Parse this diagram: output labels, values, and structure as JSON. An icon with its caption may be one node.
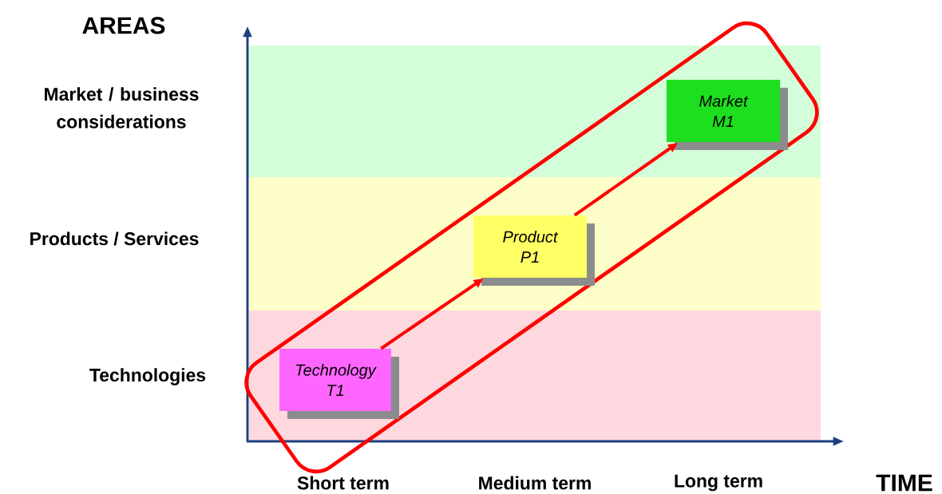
{
  "diagram": {
    "nodes": [
      {
        "text": [
          "Technology T1"
        ]
      },
      {
        "text": [
          "Product P1"
        ]
      },
      {
        "text": [
          "Market M1"
        ]
      }
    ],
    "edges": [
      {
        "from": 0,
        "to": 1,
        "arrow": "to"
      },
      {
        "from": 1,
        "to": 2,
        "arrow": "to"
      }
    ],
    "labels": [
      "AREAS",
      "Market / business considerations",
      "Products / Services",
      "Technologies",
      "Short term",
      "Medium term",
      "Long term",
      "TIME"
    ]
  }
}
